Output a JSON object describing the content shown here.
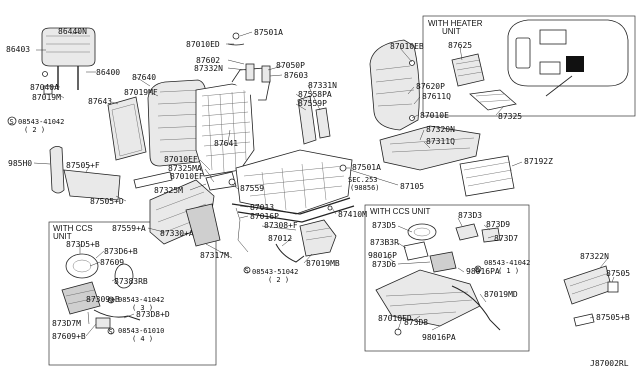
{
  "diagram": {
    "catalog_id": "J87002RL",
    "boxes": {
      "heater_unit": [
        "WITH HEATER",
        "UNIT"
      ],
      "ccs_unit_right": "WITH CCS UNIT",
      "ccs_unit_left": [
        "WITH CCS",
        "UNIT"
      ]
    },
    "labels": {
      "p86440N": "86440N",
      "p86403": "86403",
      "p86400": "86400",
      "p87040A": "87040A",
      "p87019M_a": "87019M",
      "p08543_41042_a": "08543-41042",
      "q2_a": "( 2 )",
      "p87643": "87643",
      "p87640": "87640",
      "p87019MF": "87019MF",
      "p87010ED_a": "87010ED",
      "p87602": "87602",
      "p87332N": "87332N",
      "p87501A_a": "87501A",
      "p87050P": "87050P",
      "p87603": "87603",
      "p87331N": "87331N",
      "p87558PA": "87558PA",
      "p87559P": "87559P",
      "p87641": "87641",
      "p98580": "985H0",
      "p87505F": "87505+F",
      "p87505D": "87505+D",
      "p87010EF": "87010EF",
      "p87325MA": "87325MA",
      "p87010EF_b": "87010EF",
      "p87325M": "87325M",
      "p87559A": "87559+A",
      "p87559": "87559",
      "p87013": "87013",
      "p87016P": "87016P",
      "p87330A": "87330+A",
      "p87317M": "87317M",
      "p87308F": "87308+F",
      "p87012": "87012",
      "p87019MB": "87019MB",
      "p08543_51042": "08543-51042",
      "q2_b": "( 2 )",
      "p87410M": "87410M",
      "p87501A_b": "87501A",
      "sec253": "SEC.253",
      "sec253_ref": "(98856)",
      "p87105": "87105",
      "p87010EB": "87010EB",
      "p87620P": "87620P",
      "p87611Q": "87611Q",
      "p87010E": "87010E",
      "p87320N": "87320N",
      "p87311Q": "87311Q",
      "p87192Z": "87192Z",
      "p87625": "87625",
      "p87325": "87325",
      "p873D5": "873D5",
      "p873D3": "873D3",
      "p873D9": "873D9",
      "p873D7": "873D7",
      "p873B3R": "873B3R",
      "p98016P": "98016P",
      "p873D6": "873D6",
      "p98016PA_a": "98016PA",
      "p08543_41042_b": "08543-41042",
      "q1_a": "( 1 )",
      "p87019MD": "87019MD",
      "p87010ED_b": "87010ED",
      "p873D8": "873D8",
      "p98016PA_b": "98016PA",
      "p873D5B": "873D5+B",
      "p873D6B": "873D6+B",
      "p87609": "87609",
      "p87383RB": "87383RB",
      "p87309B": "87309+B",
      "p08543_41042_c": "08543-41042",
      "q3": "( 3 )",
      "p873D7M": "873D7M",
      "p873D8D": "873D8+D",
      "p87609B": "87609+B",
      "p08543_61010": "08543-61010",
      "q4": "( 4 )",
      "p87322N": "87322N",
      "p87505": "87505",
      "p87505B": "87505+B"
    }
  }
}
